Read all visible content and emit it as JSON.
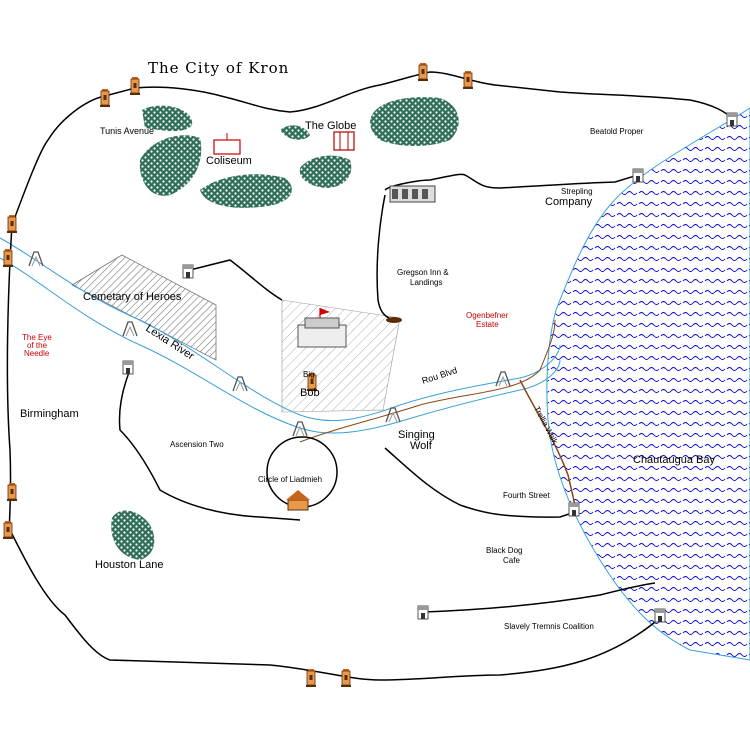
{
  "map": {
    "title": "The City of Kron",
    "labels": {
      "tunis_avenue": "Tunis Avenue",
      "the_globe": "The Globe",
      "coliseum": "Coliseum",
      "beatold_proper": "Beatold Proper",
      "strepling": "Strepling",
      "company": "Company",
      "gregson_1": "Gregson Inn &",
      "gregson_2": "Landings",
      "ogenbefner_1": "Ogenbefner",
      "ogenbefner_2": "Estate",
      "cemetary": "Cemetary of Heroes",
      "eye_1": "The Eye",
      "eye_2": "of the",
      "eye_3": "Needle",
      "lexia_river": "Lexia River",
      "big": "Big",
      "bob": "Bob",
      "rou_blvd": "Rou Blvd",
      "birmingham": "Birmingham",
      "singing": "Singing",
      "wolf": "Wolf",
      "trellia_walk": "Trellia Walk",
      "ascension_two": "Ascension Two",
      "chautaugua_bay": "Chautaugua Bay",
      "circle_of_liadmieh": "Circle of Liadmieh",
      "fourth_street": "Fourth Street",
      "houston_lane": "Houston Lane",
      "black_dog_1": "Black Dog",
      "black_dog_2": "Cafe",
      "slavely": "Slavely Tremnis Coalition"
    },
    "colors": {
      "water_wave": "#0000cc",
      "river": "#3aa0d8",
      "forest": "#2f6e5a",
      "red_label": "#cc0000",
      "tower": "#c8641e",
      "cemetery": "#8a8a8a"
    }
  }
}
